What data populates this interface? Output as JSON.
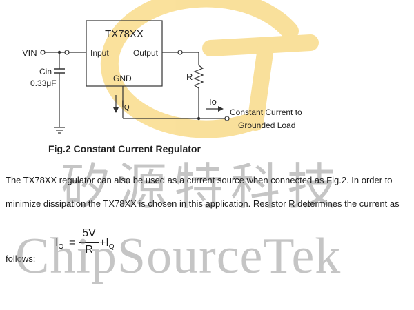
{
  "diagram": {
    "ic_name": "TX78XX",
    "pin_input": "Input",
    "pin_output": "Output",
    "pin_gnd": "GND",
    "vin_label": "VIN",
    "cin_label": "Cin",
    "cin_value": "0.33μF",
    "resistor_label": "R",
    "iq_main": "I",
    "iq_sub": "Q",
    "io_label": "Io",
    "load_line1": "Constant Current to",
    "load_line2": "Grounded Load"
  },
  "caption": "Fig.2 Constant Current Regulator",
  "paragraph_lines": [
    "The TX78XX regulator can also be used as a current source when connected as Fig.2. In order to",
    "minimize dissipation the TX78XX is chosen in this application. Resistor R determines the current as"
  ],
  "formula": {
    "lhs_main": "I",
    "lhs_sub": "O",
    "equals": "=",
    "numerator": "5V",
    "denominator": "R",
    "plus": "+I",
    "plus_sub": "Q"
  },
  "follows_label": "follows:",
  "watermark": {
    "chinese": "矽源特科技",
    "english": "ChipSourceTek"
  },
  "colors": {
    "logo_yellow": "#f5c84a",
    "line": "#333333",
    "watermark_gray": "#969696"
  }
}
